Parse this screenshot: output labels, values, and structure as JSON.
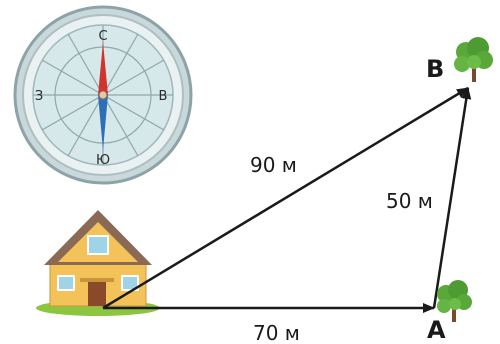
{
  "compass": {
    "north": "С",
    "south": "Ю",
    "east": "В",
    "west": "З"
  },
  "points": {
    "a": "A",
    "b": "B"
  },
  "distances": {
    "house_to_a": "70 м",
    "house_to_b": "90 м",
    "a_to_b": "50 м"
  },
  "colors": {
    "arrow": "#1a1a1a",
    "compass_face": "#d6e8ea",
    "compass_rim": "#9fb6ba",
    "needle_north": "#d0342c",
    "needle_south": "#2f6fb7",
    "house_wall": "#f3c35a",
    "house_roof": "#8a6a55",
    "tree_leaves": "#5aa83a",
    "grass": "#8cc63f"
  }
}
